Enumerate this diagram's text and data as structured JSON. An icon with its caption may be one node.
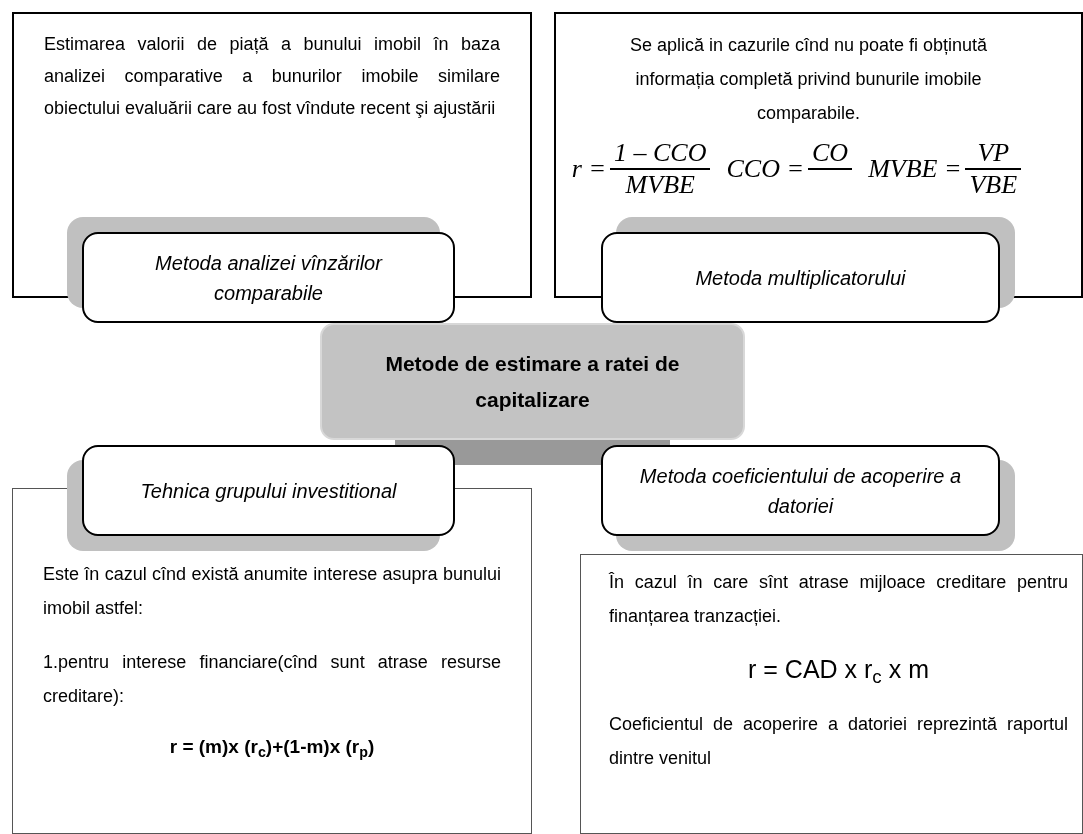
{
  "diagram": {
    "nodes": [
      {
        "text": [
          "Metode de estimare a ratei de capitalizare"
        ]
      },
      {
        "text": [
          "Estimarea valorii de piață a bunului imobil în baza analizei comparative a bunurilor imobile similare obiectului evaluării care au fost vîndute recent şi ajustării"
        ]
      },
      {
        "text": [
          "Metoda analizei vînzărilor comparabile"
        ]
      },
      {
        "text": [
          "Se aplică in cazurile cînd nu poate fi obținută informația completă privind bunurile imobile comparabile.",
          "r =",
          "1 – CCO",
          "MVBE",
          "CCO =",
          "CO",
          "MVBE =",
          "VP",
          "VBE"
        ]
      },
      {
        "text": [
          "Metoda multiplicatorului"
        ]
      },
      {
        "text": [
          "Tehnica grupului investitional"
        ]
      },
      {
        "text": [
          "Este în cazul cînd există anumite interese asupra bunului imobil astfel:",
          "1.pentru interese financiare(cînd sunt atrase resurse creditare):",
          "r = (m)x (r$_{c}$)+(1-m)x (r$_{p}$)"
        ]
      },
      {
        "text": [
          "Metoda coeficientului de acoperire a datoriei"
        ]
      },
      {
        "text": [
          "În cazul în care sînt atrase mijloace creditare pentru finanțarea tranzacției.",
          "r = CAD x r$_{c}$ x m",
          "Coeficientul de acoperire a datoriei reprezintă raportul dintre venitul"
        ]
      }
    ]
  }
}
